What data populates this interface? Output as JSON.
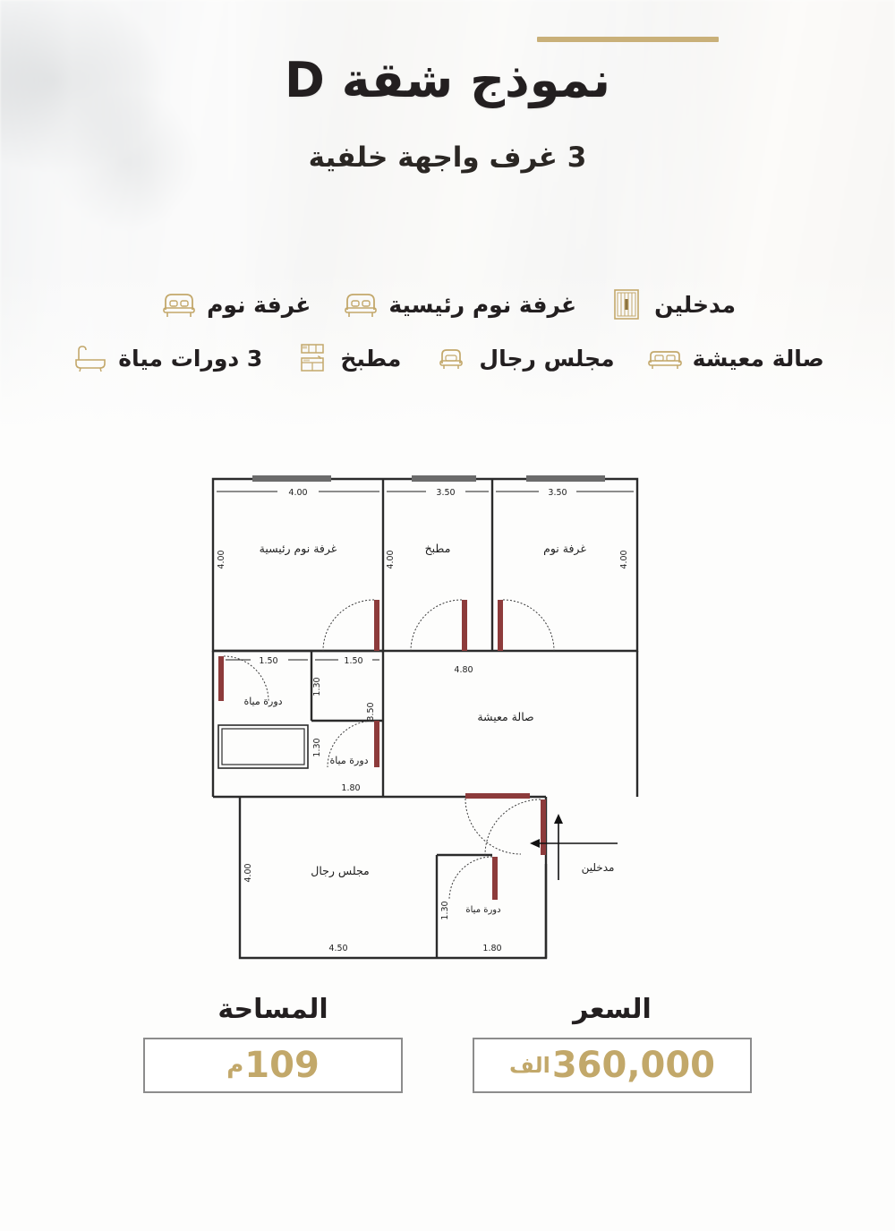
{
  "header": {
    "title": "نموذج شقة D",
    "subtitle": "3 غرف واجهة خلفية",
    "accent_color": "#c9b079"
  },
  "features": {
    "row1": [
      {
        "label": "مدخلين",
        "icon": "door-icon"
      },
      {
        "label": "غرفة نوم رئيسية",
        "icon": "double-bed-icon"
      },
      {
        "label": "غرفة نوم",
        "icon": "double-bed-icon"
      }
    ],
    "row2": [
      {
        "label": "صالة معيشة",
        "icon": "sofa-icon"
      },
      {
        "label": "مجلس رجال",
        "icon": "armchair-icon"
      },
      {
        "label": "مطبخ",
        "icon": "kitchen-cabinet-icon"
      },
      {
        "label": "3 دورات مياة",
        "icon": "bathtub-icon"
      }
    ]
  },
  "floorplan": {
    "rooms": [
      {
        "name": "غرفة نوم رئيسية",
        "width": "4.00",
        "depth": "4.00"
      },
      {
        "name": "مطبخ",
        "width": "3.50",
        "depth": "4.00"
      },
      {
        "name": "غرفة نوم",
        "width": "3.50",
        "depth": "4.00"
      },
      {
        "name": "صالة معيشة",
        "width": "4.80",
        "depth": "3.50"
      },
      {
        "name": "دورة مياة",
        "width": "1.50",
        "depth": "1.30"
      },
      {
        "name": "دورة مياة",
        "width": "1.80",
        "depth": "1.30"
      },
      {
        "name": "مجلس رجال",
        "width": "4.50",
        "depth": "4.00"
      },
      {
        "name": "دورة مياة",
        "width": "1.80",
        "depth": "1.30"
      }
    ],
    "labels": {
      "master_bedroom": "غرفة نوم رئيسية",
      "kitchen": "مطبخ",
      "bedroom": "غرفة نوم",
      "living": "صالة معيشة",
      "bath1": "دورة مياة",
      "bath2": "دورة مياة",
      "majlis": "مجلس رجال",
      "bath3": "دورة مياة",
      "entrances": "مدخلين"
    },
    "dims": {
      "d_400_a": "4.00",
      "d_350_a": "3.50",
      "d_350_b": "3.50",
      "d_400_left": "4.00",
      "d_400_mid": "4.00",
      "d_400_right": "4.00",
      "d_150_a": "1.50",
      "d_150_b": "1.50",
      "d_480": "4.80",
      "d_130_a": "1.30",
      "d_130_b": "1.30",
      "d_350_living": "3.50",
      "d_180_a": "1.80",
      "d_400_majlis": "4.00",
      "d_450": "4.50",
      "d_180_b": "1.80",
      "d_130_c": "1.30"
    },
    "colors": {
      "wall": "#2b2b2b",
      "door": "#8d3b3b",
      "window": "#6b6b6b"
    }
  },
  "footer": {
    "price": {
      "heading": "السعر",
      "value": "360,000",
      "unit": "الف"
    },
    "area": {
      "heading": "المساحة",
      "value": "109",
      "unit": "م"
    },
    "value_color": "#c2a86a"
  }
}
